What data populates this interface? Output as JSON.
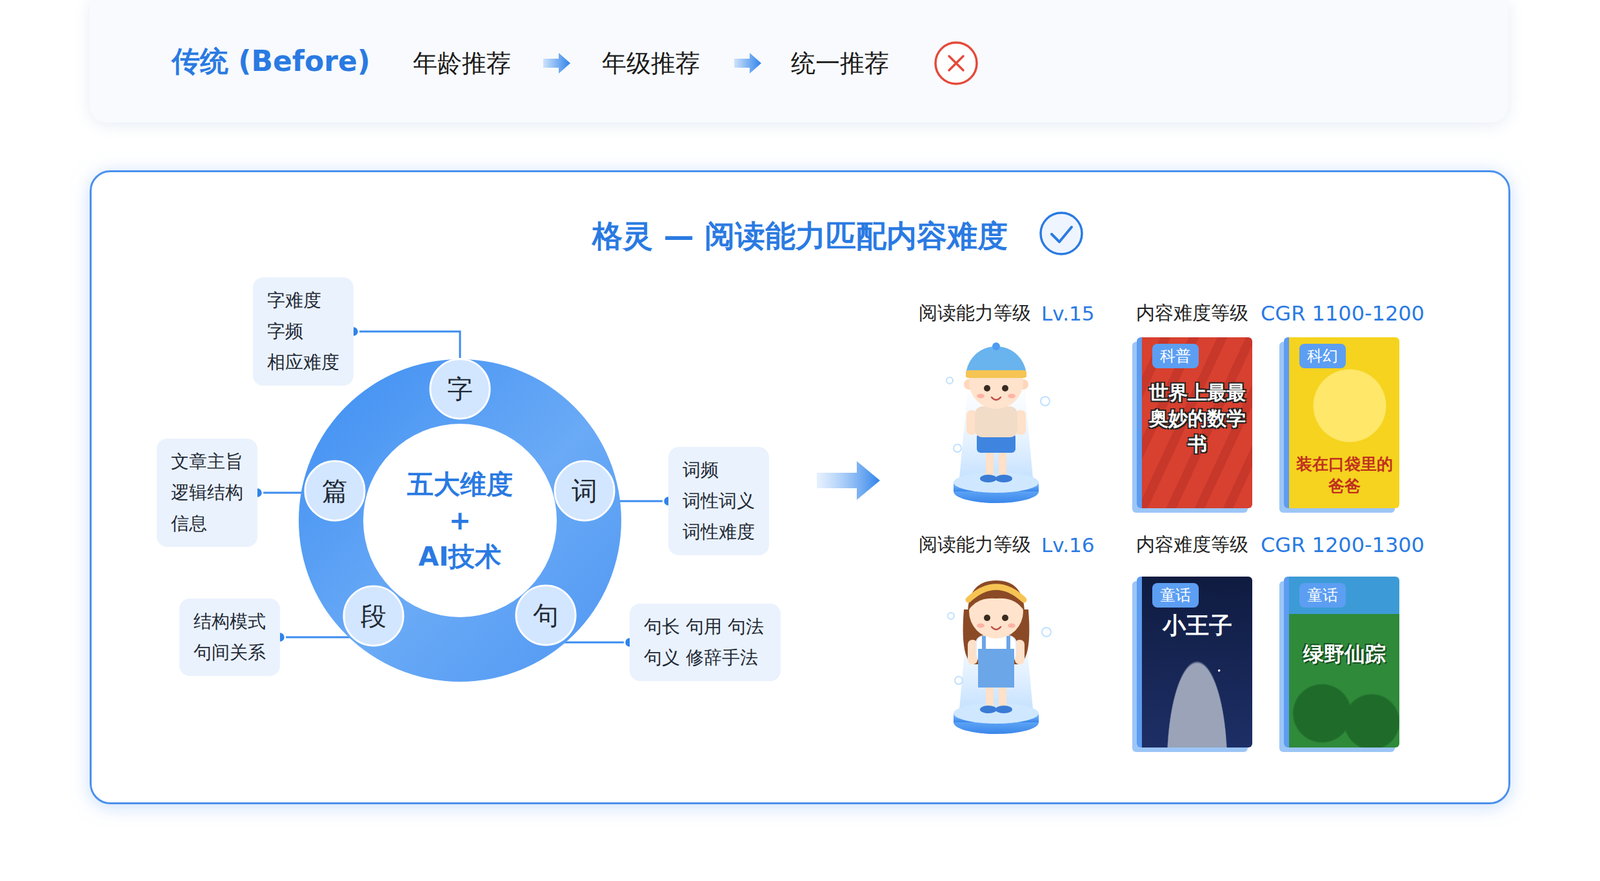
{
  "diagram": {
    "nodes": [
      {
        "text": [
          "传统 (Before)"
        ]
      },
      {
        "text": [
          "格灵 — 阅读能力匹配内容难度"
        ]
      },
      {
        "text": [
          "五大维度 + AI技术"
        ],
        "in": 1
      },
      {
        "text": [
          "字"
        ],
        "in": 2
      },
      {
        "text": [
          "词"
        ],
        "in": 2
      },
      {
        "text": [
          "句"
        ],
        "in": 2
      },
      {
        "text": [
          "段"
        ],
        "in": 2
      },
      {
        "text": [
          "篇"
        ],
        "in": 2
      },
      {
        "text": [
          "字难度 字频 相应难度"
        ],
        "in": 1
      },
      {
        "text": [
          "词频 词性词义 词性难度"
        ],
        "in": 1
      },
      {
        "text": [
          "句长 句用 句法 句义 修辞手法"
        ],
        "in": 1
      },
      {
        "text": [
          "结构模式 句间关系"
        ],
        "in": 1
      },
      {
        "text": [
          "文章主旨 逻辑结构 信息"
        ],
        "in": 1
      },
      {
        "text": [
          "科普",
          "世界上最最奥妙的数学书"
        ],
        "in": 1
      },
      {
        "text": [
          "科幻",
          "装在口袋里的爸爸"
        ],
        "in": 1
      },
      {
        "text": [
          "童话",
          "小王子"
        ],
        "in": 1
      },
      {
        "text": [
          "童话",
          "绿野仙踪"
        ],
        "in": 1
      }
    ],
    "edges": [
      {
        "from": 3,
        "to": 8,
        "arrow": "none"
      },
      {
        "from": 4,
        "to": 9,
        "arrow": "none"
      },
      {
        "from": 5,
        "to": 10,
        "arrow": "none"
      },
      {
        "from": 6,
        "to": 11,
        "arrow": "none"
      },
      {
        "from": 7,
        "to": 12,
        "arrow": "none"
      }
    ],
    "labels": [
      "年龄推荐",
      "年级推荐",
      "统一推荐",
      "阅读能力等级",
      "Lv.15",
      "内容难度等级",
      "CGR 1100-1200",
      "阅读能力等级",
      "Lv.16",
      "内容难度等级",
      "CGR 1200-1300"
    ]
  }
}
